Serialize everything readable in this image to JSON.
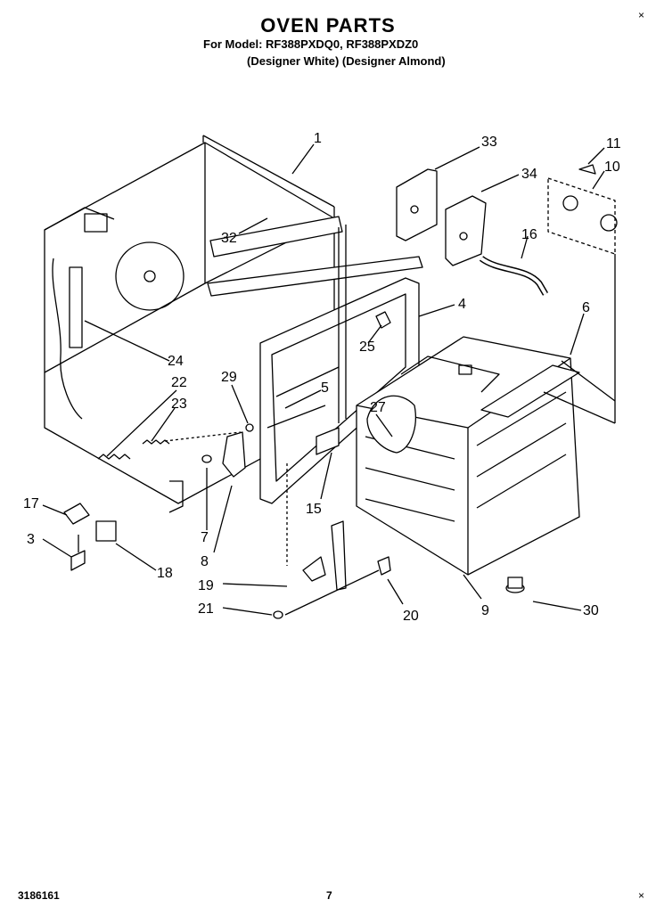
{
  "header": {
    "title": "OVEN PARTS",
    "model_line": "For Model: RF388PXDQ0, RF388PXDZ0",
    "finish_line": "(Designer White)  (Designer Almond)"
  },
  "corner_marks": {
    "top_right": "×",
    "bottom_right": "×"
  },
  "footer": {
    "doc_number": "3186161",
    "page_number": "7"
  },
  "diagram": {
    "part_numbers": [
      "1",
      "33",
      "11",
      "10",
      "34",
      "32",
      "16",
      "4",
      "6",
      "24",
      "25",
      "29",
      "22",
      "23",
      "5",
      "27",
      "17",
      "3",
      "7",
      "8",
      "15",
      "18",
      "19",
      "21",
      "20",
      "9",
      "30"
    ]
  }
}
